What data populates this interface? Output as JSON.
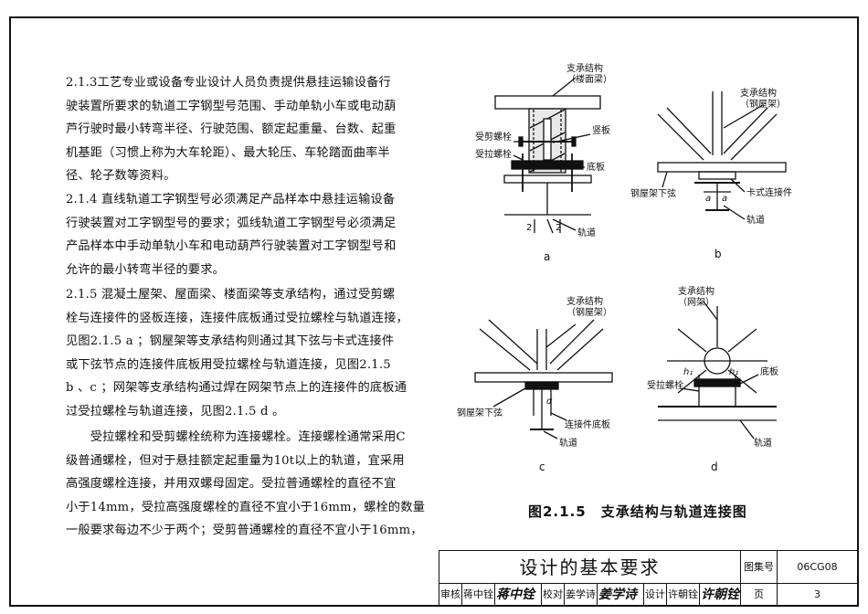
{
  "paragraphs": [
    {
      "lines": [
        "2.1.3工艺专业或设备专业设计人员负责提供悬挂运输设备行",
        "驶装置所要求的轨道工字钢型号范围、手动单轨小车或电动葫",
        "芦行驶时最小转弯半径、行驶范围、额定起重量、台数、起重",
        "机基距（习惯上称为大车轮距）、最大轮压、车轮踏面曲率半",
        "径、轮子数等资料。"
      ]
    },
    {
      "lines": [
        "2.1.4 直线轨道工字钢型号必须满足产品样本中悬挂运输设备",
        "行驶装置对工字钢型号的要求；弧线轨道工字钢型号必须满足",
        "产品样本中手动单轨小车和电动葫芦行驶装置对工字钢型号和",
        "允许的最小转弯半径的要求。"
      ]
    },
    {
      "lines": [
        "2.1.5 混凝土屋架、屋面梁、楼面梁等支承结构，通过受剪螺",
        "栓与连接件的竖板连接，连接件底板通过受拉螺栓与轨道连接，",
        "见图2.1.5 a ；钢屋架等支承结构则通过其下弦与卡式连接件",
        "或下弦节点的连接件底板用受拉螺栓与轨道连接，见图2.1.5",
        "b 、c ；网架等支承结构通过焊在网架节点上的连接件的底板通",
        "过受拉螺栓与轨道连接，见图2.1.5 d 。"
      ]
    },
    {
      "lines": [
        "　　受拉螺栓和受剪螺栓统称为连接螺栓。连接螺栓通常采用C",
        "级普通螺栓，但对于悬挂额定起重量为10t以上的轨道，宜采用",
        "高强度螺栓连接，并用双螺母固定。受拉普通螺栓的直径不宜",
        "小于14mm，受拉高强度螺栓的直径不宜小于16mm，螺栓的数量",
        "一般要求每边不少于两个；受剪普通螺栓的直径不宜小于16mm，"
      ]
    }
  ],
  "figure": {
    "caption": "图2.1.5　支承结构与轨道连接图",
    "a": {
      "sub": "a",
      "support": "支承结构",
      "support2": "（楼面梁）",
      "shear_bolt": "受剪螺栓",
      "vertical_plate": "竖板",
      "tension_bolt": "受拉螺栓",
      "base_plate": "底板",
      "track": "轨道",
      "dim": "2",
      "dim2": "2"
    },
    "b": {
      "sub": "b",
      "support": "支承结构",
      "support2": "（钢屋架）",
      "lower_chord": "钢屋架下弦",
      "clamp": "卡式连接件",
      "track": "轨道",
      "dim_a": "a"
    },
    "c": {
      "sub": "c",
      "support": "支承结构",
      "support2": "（钢屋架）",
      "lower_chord": "钢屋架下弦",
      "base_plate": "连接件底板",
      "track": "轨道",
      "alpha": "α"
    },
    "d": {
      "sub": "d",
      "support": "支承结构",
      "support2": "（网架）",
      "tension_bolt": "受拉螺栓",
      "base_plate": "底板",
      "track": "轨道",
      "h1": "h₁",
      "h2": "h₁"
    }
  },
  "title_block": {
    "title": "设计的基本要求",
    "atlas_label": "图集号",
    "atlas_no": "06CG08",
    "page_label": "页",
    "page_no": "3",
    "review_label": "审核",
    "reviewer": "蒋中铨",
    "check_label": "校对",
    "checker": "姜学诗",
    "design_label": "设计",
    "designer": "许朝铨"
  }
}
